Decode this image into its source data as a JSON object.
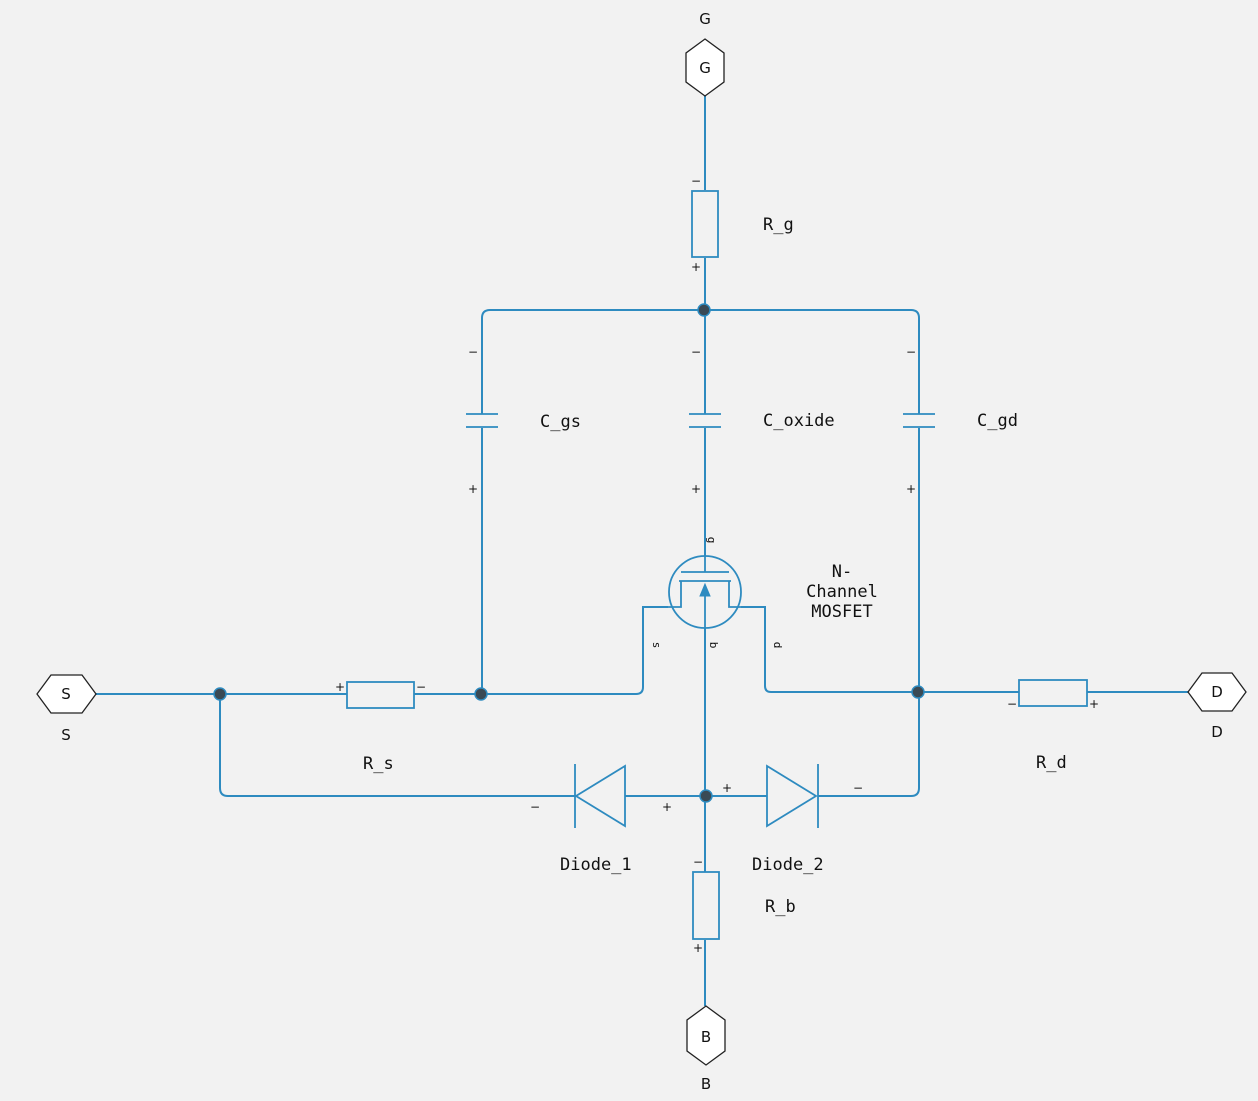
{
  "ports": {
    "G": {
      "inner": "G",
      "outer": "G"
    },
    "S": {
      "inner": "S",
      "outer": "S"
    },
    "D": {
      "inner": "D",
      "outer": "D"
    },
    "B": {
      "inner": "B",
      "outer": "B"
    }
  },
  "components": {
    "r_g": "R_g",
    "r_s": "R_s",
    "r_d": "R_d",
    "r_b": "R_b",
    "c_gs": "C_gs",
    "c_oxide": "C_oxide",
    "c_gd": "C_gd",
    "diode_1": "Diode_1",
    "diode_2": "Diode_2",
    "mosfet": [
      "N-",
      "Channel",
      "MOSFET"
    ]
  },
  "mosfet_pins": {
    "g": "g",
    "s": "s",
    "b": "b",
    "d": "d"
  },
  "signs": {
    "plus": "+",
    "minus": "−"
  },
  "colors": {
    "wire": "#2e8bc0",
    "background": "#f2f2f2",
    "node": "#3a4a55"
  }
}
